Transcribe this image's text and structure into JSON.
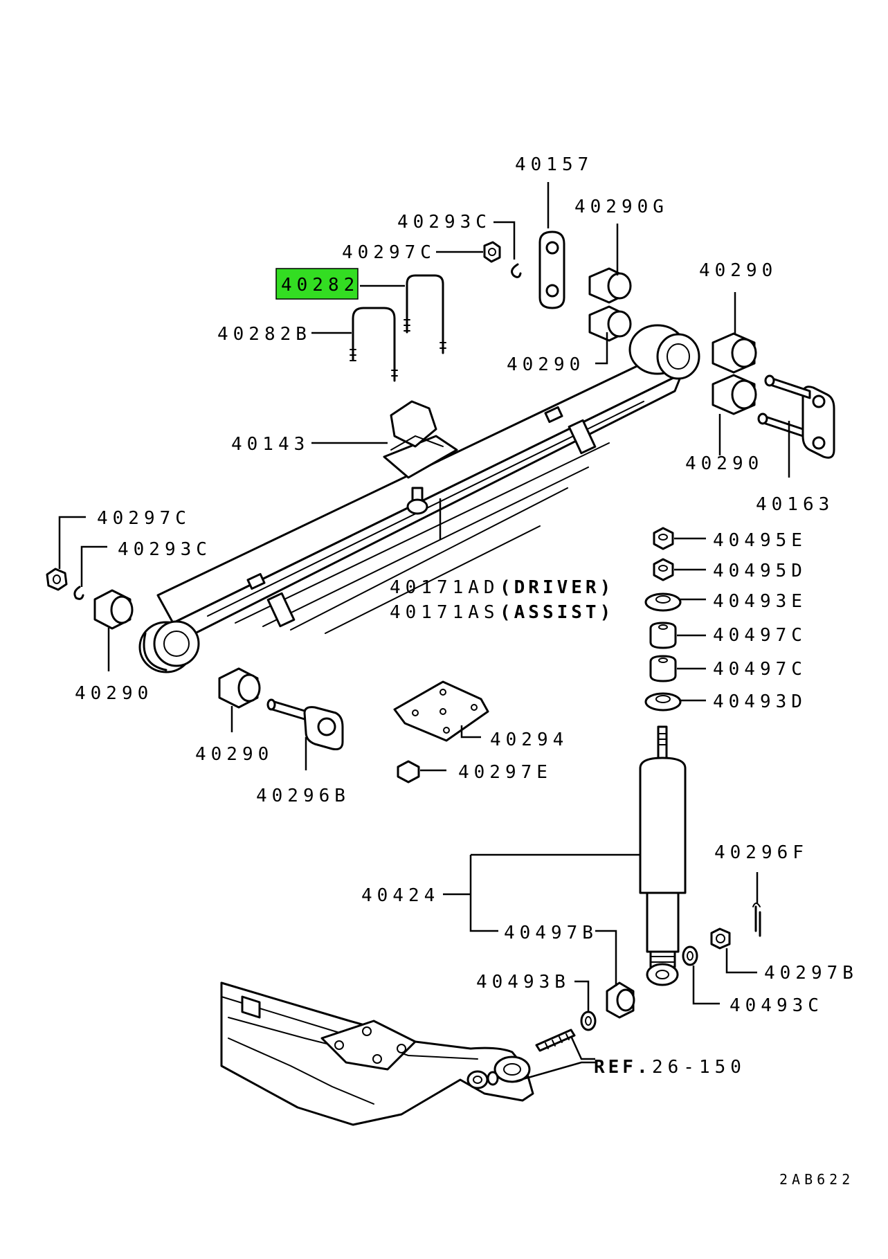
{
  "highlight_color": "#33dd22",
  "labels": {
    "l40157": "40157",
    "l40290g": "40290G",
    "l40293c_top": "40293C",
    "l40297c_top": "40297C",
    "l40282": "40282",
    "l40282b": "40282B",
    "l40290_top_center": "40290",
    "l40290_right_top": "40290",
    "l40290_right_bottom": "40290",
    "l40163": "40163",
    "l40143": "40143",
    "l40297c_left": "40297C",
    "l40293c_left": "40293C",
    "l40290_left": "40290",
    "l40171ad": "40171AD",
    "l40171ad_note": "(DRIVER)",
    "l40171as": "40171AS",
    "l40171as_note": "(ASSIST)",
    "l40290_bottom": "40290",
    "l40296b": "40296B",
    "l40294": "40294",
    "l40297e": "40297E",
    "l40495e": "40495E",
    "l40495d": "40495D",
    "l40493e": "40493E",
    "l40497c_1": "40497C",
    "l40497c_2": "40497C",
    "l40493d": "40493D",
    "l40296f": "40296F",
    "l40424": "40424",
    "l40497b": "40497B",
    "l40493b": "40493B",
    "l40297b": "40297B",
    "l40493c_bottom": "40493C",
    "ref": "REF.",
    "ref_number": "26-150",
    "drawing_code": "2AB622"
  }
}
